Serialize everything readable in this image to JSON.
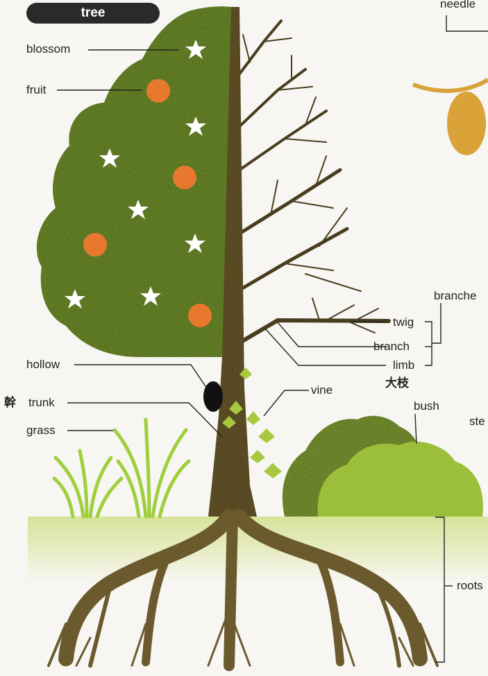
{
  "title": "tree",
  "labels": {
    "blossom": "blossom",
    "fruit": "fruit",
    "hollow": "hollow",
    "trunk_cjk": "幹",
    "trunk": "trunk",
    "grass": "grass",
    "vine": "vine",
    "twig": "twig",
    "branch": "branch",
    "limb": "limb",
    "limb_cjk": "大枝",
    "branches": "branche",
    "bush": "bush",
    "roots": "roots",
    "needle": "needle",
    "stem": "ste"
  },
  "colors": {
    "foliage": "#6f8f2e",
    "foliage_dark": "#5d7a24",
    "fruit": "#e8782e",
    "blossom": "#ffffff",
    "wood": "#6b5a2e",
    "bush_light": "#9bbf3a",
    "grass": "#9fcf3c",
    "ground": "#dde6a8",
    "cone": "#d9a33a"
  }
}
